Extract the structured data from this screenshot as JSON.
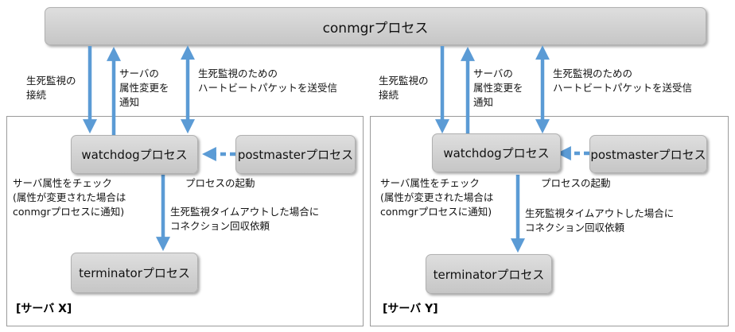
{
  "conmgr": {
    "label": "conmgrプロセス"
  },
  "servers": [
    {
      "title": "[サーバ X]",
      "watchdog": "watchdogプロセス",
      "postmaster": "postmasterプロセス",
      "terminator": "terminatorプロセス",
      "label_connect": "生死監視の\n接続",
      "label_notify": "サーバの\n属性変更を\n通知",
      "label_heartbeat": "生死監視のための\nハートビートパケットを送受信",
      "label_check": "サーバ属性をチェック\n(属性が変更された場合は\nconmgrプロセスに通知)",
      "label_launch": "プロセスの起動",
      "label_timeout": "生死監視タイムアウトした場合に\nコネクション回収依頼"
    },
    {
      "title": "[サーバ Y]",
      "watchdog": "watchdogプロセス",
      "postmaster": "postmasterプロセス",
      "terminator": "terminatorプロセス",
      "label_connect": "生死監視の\n接続",
      "label_notify": "サーバの\n属性変更を\n通知",
      "label_heartbeat": "生死監視のための\nハートビートパケットを送受信",
      "label_check": "サーバ属性をチェック\n(属性が変更された場合は\nconmgrプロセスに通知)",
      "label_launch": "プロセスの起動",
      "label_timeout": "生死監視タイムアウトした場合に\nコネクション回収依頼"
    }
  ],
  "colors": {
    "arrow": "#5b9bd5",
    "node_fill": "#d0d0d0",
    "border": "#9a9a9a"
  }
}
